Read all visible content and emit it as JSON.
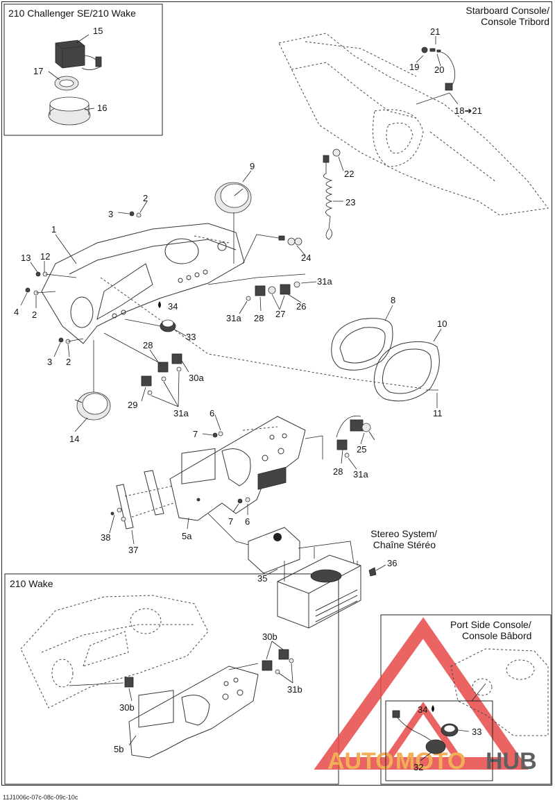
{
  "insets": {
    "challenger_title": "210 Challenger SE/210 Wake",
    "wake_title": "210 Wake",
    "port_title_1": "Port Side Console/",
    "port_title_2": "Console Bâbord",
    "starboard_title_1": "Starboard Console/",
    "starboard_title_2": "Console Tribord",
    "stereo_title_1": "Stereo System/",
    "stereo_title_2": "Chaîne Stéréo"
  },
  "callouts": {
    "c1": "1",
    "c2a": "2",
    "c2b": "2",
    "c2c": "2",
    "c3a": "3",
    "c3b": "3",
    "c4": "4",
    "c5a": "5a",
    "c5b": "5b",
    "c6a": "6",
    "c6b": "6",
    "c7a": "7",
    "c7b": "7",
    "c8": "8",
    "c9": "9",
    "c10": "10",
    "c11": "11",
    "c12": "12",
    "c13": "13",
    "c14": "14",
    "c15": "15",
    "c16": "16",
    "c17": "17",
    "c18": "18➔21",
    "c19": "19",
    "c20": "20",
    "c21": "21",
    "c22": "22",
    "c23": "23",
    "c24": "24",
    "c25": "25",
    "c26": "26",
    "c27": "27",
    "c28a": "28",
    "c28b": "28",
    "c28c": "28",
    "c29": "29",
    "c30a": "30a",
    "c30b1": "30b",
    "c30b2": "30b",
    "c31a1": "31a",
    "c31a2": "31a",
    "c31a3": "31a",
    "c31a4": "31a",
    "c31b": "31b",
    "c32": "32",
    "c33a": "33",
    "c33b": "33",
    "c34a": "34",
    "c34b": "34",
    "c35": "35",
    "c36": "36",
    "c37": "37",
    "c38": "38"
  },
  "watermark": {
    "part1": "AUTO",
    "part2": "MOTO",
    "part3": "HUB"
  },
  "footer": {
    "code": "11J1006c-07c-08c-09c-10c"
  },
  "colors": {
    "watermark_red": "#e84a4a",
    "watermark_orange": "#f2a23a",
    "watermark_dark": "#444444"
  }
}
